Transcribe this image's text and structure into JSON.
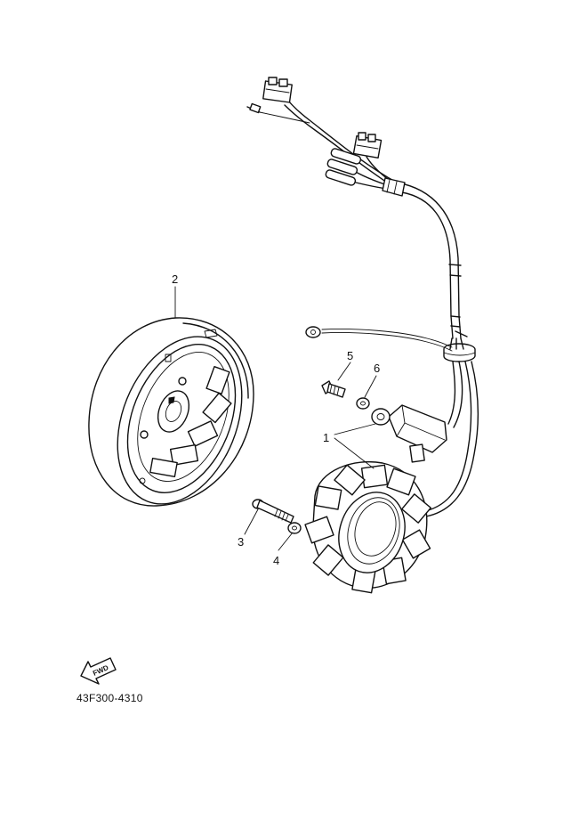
{
  "diagram": {
    "callouts": [
      {
        "id": "1",
        "label": "1"
      },
      {
        "id": "2",
        "label": "2"
      },
      {
        "id": "3",
        "label": "3"
      },
      {
        "id": "4",
        "label": "4"
      },
      {
        "id": "5",
        "label": "5"
      },
      {
        "id": "6",
        "label": "6"
      }
    ],
    "fwd_label": "FWD",
    "part_number": "43F300-4310"
  }
}
